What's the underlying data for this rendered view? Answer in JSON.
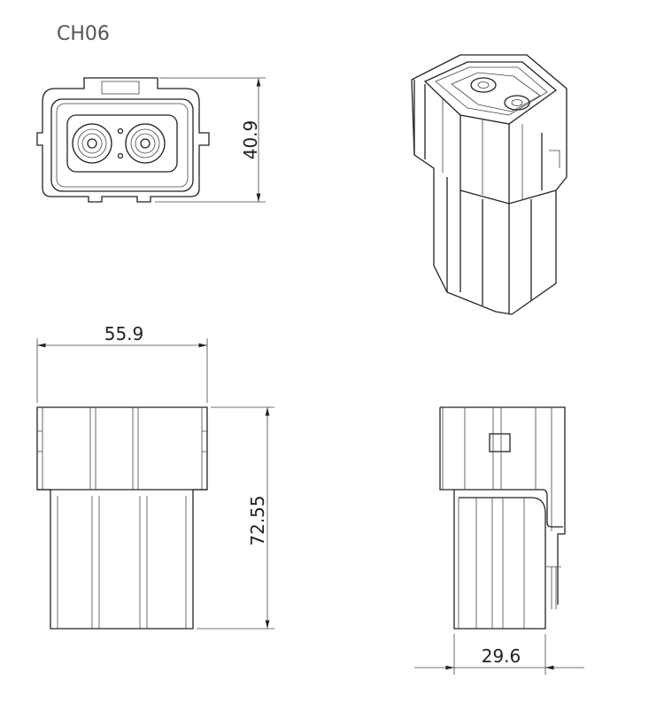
{
  "title": "CH06",
  "dimensions": {
    "height_front": "40.9",
    "width": "55.9",
    "length": "72.55",
    "depth": "29.6"
  }
}
